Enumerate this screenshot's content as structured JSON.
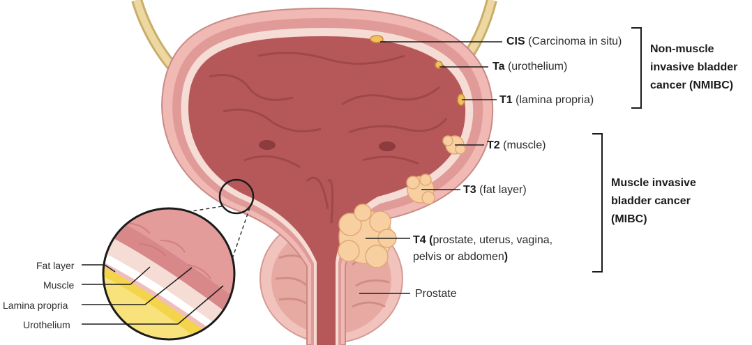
{
  "labels": {
    "cis": {
      "name": "CIS",
      "desc": "(Carcinoma in situ)"
    },
    "ta": {
      "name": "Ta",
      "desc": "(urothelium)"
    },
    "t1": {
      "name": "T1",
      "desc": "(lamina propria)"
    },
    "t2": {
      "name": "T2",
      "desc": "(muscle)"
    },
    "t3": {
      "name": "T3",
      "desc": "(fat layer)"
    },
    "t4": {
      "name": "T4",
      "open": "(",
      "desc_line1": "prostate, uterus, vagina,",
      "desc_line2": "pelvis or abdomen",
      "close": ")"
    },
    "prostate": "Prostate"
  },
  "groups": {
    "nmibc": {
      "line1": "Non-muscle",
      "line2": "invasive bladder",
      "line3": "cancer (NMIBC)"
    },
    "mibc": {
      "line1": "Muscle invasive",
      "line2": "bladder cancer",
      "line3": "(MIBC)"
    }
  },
  "layers": {
    "fat": "Fat layer",
    "muscle": "Muscle",
    "lamina": "Lamina propria",
    "urothelium": "Urothelium"
  },
  "colors": {
    "bladder_wall": "#e8a4a4",
    "bladder_lumen": "#b4575a",
    "muscle": "#d9888a",
    "fat": "#f3d44a",
    "ureter": "#e9d39a",
    "tumor": "#f8cfa0"
  }
}
